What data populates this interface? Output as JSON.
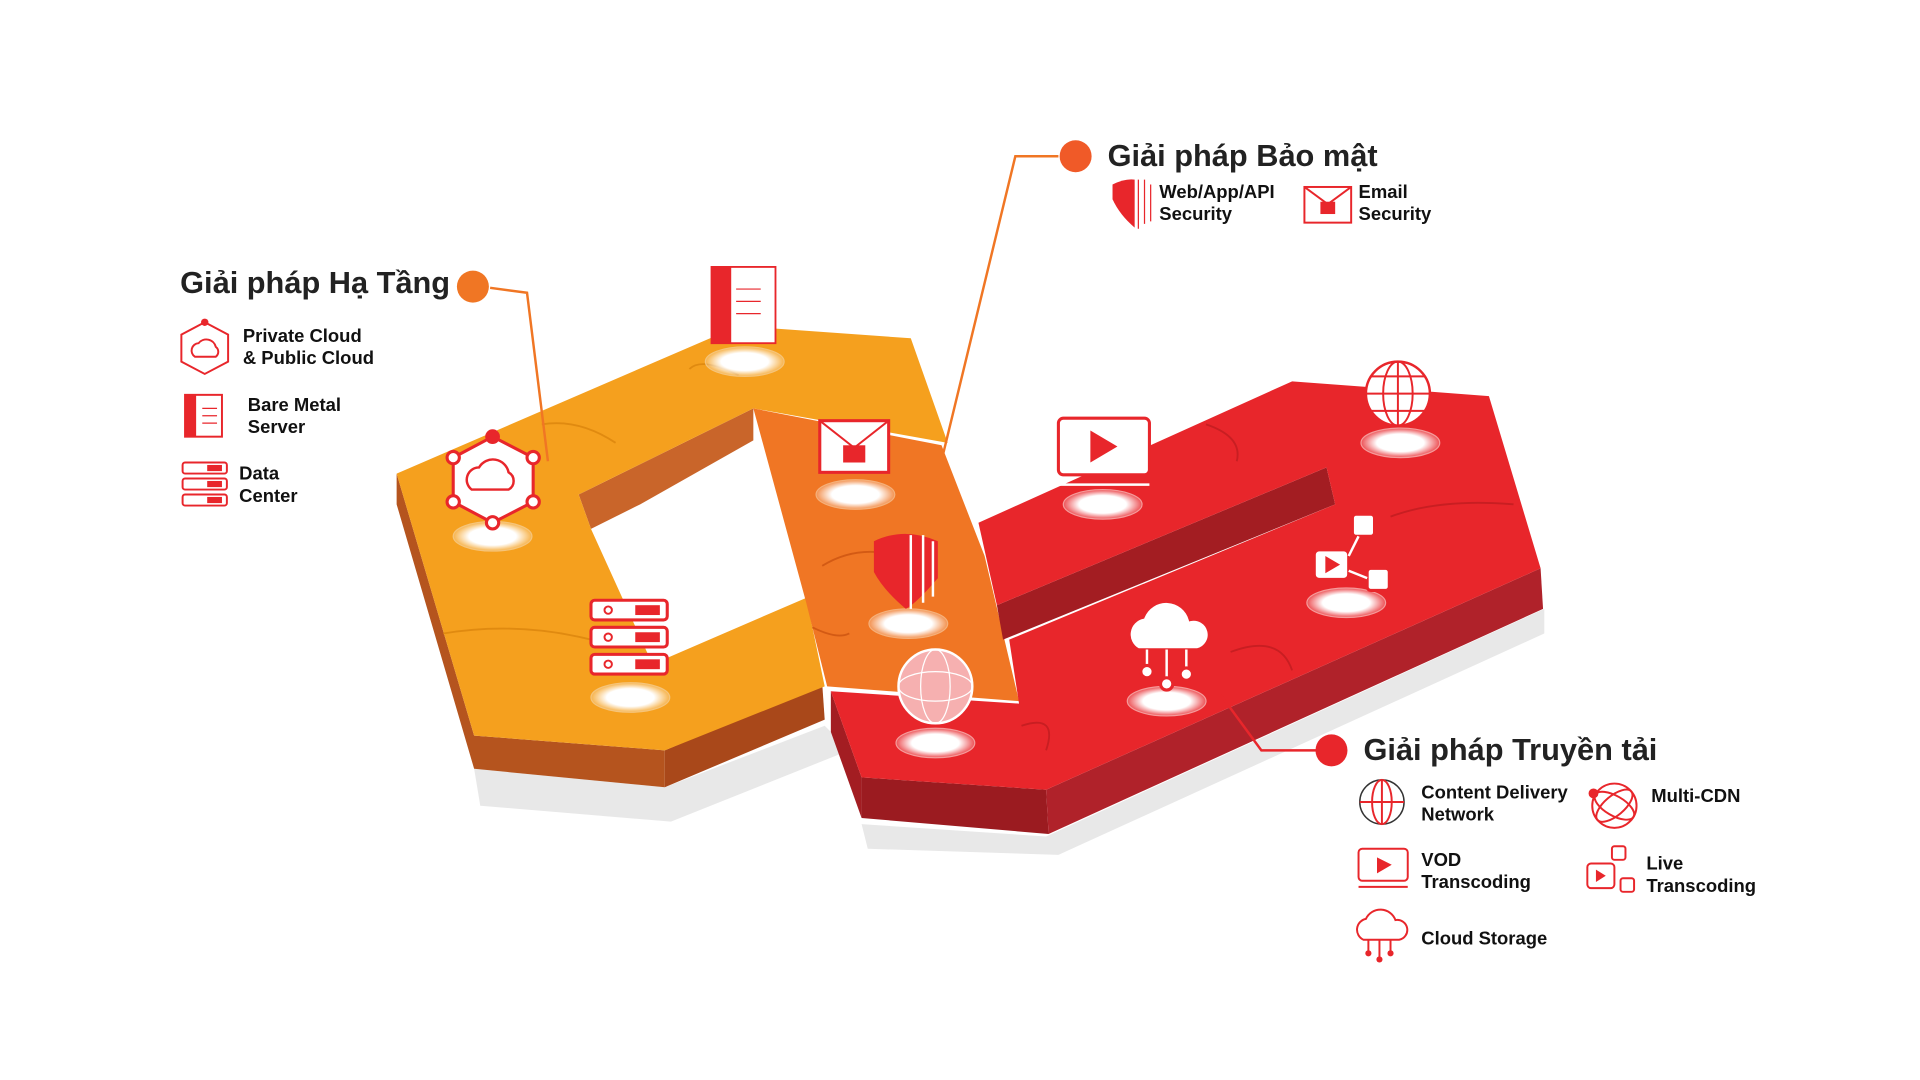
{
  "colors": {
    "orange": "#f5a01e",
    "dark_orange": "#f07624",
    "red": "#e8262b",
    "text": "#222222"
  },
  "groups": {
    "infrastructure": {
      "title": "Giải pháp Hạ Tầng",
      "items": [
        {
          "line1": "Private Cloud",
          "line2": "& Public Cloud",
          "icon": "cloud-network-icon"
        },
        {
          "line1": "Bare Metal",
          "line2": "Server",
          "icon": "server-rack-icon"
        },
        {
          "line1": "Data",
          "line2": "Center",
          "icon": "data-center-icon"
        }
      ]
    },
    "security": {
      "title": "Giải pháp Bảo mật",
      "items": [
        {
          "line1": "Web/App/API",
          "line2": "Security",
          "icon": "shield-icon"
        },
        {
          "line1": "Email",
          "line2": "Security",
          "icon": "email-lock-icon"
        }
      ]
    },
    "delivery": {
      "title": "Giải pháp Truyền tải",
      "items": [
        {
          "line1": "Content Delivery",
          "line2": "Network",
          "icon": "globe-icon"
        },
        {
          "line1": "Multi-CDN",
          "line2": "",
          "icon": "multi-globe-icon"
        },
        {
          "line1": "VOD",
          "line2": "Transcoding",
          "icon": "video-play-icon"
        },
        {
          "line1": "Live",
          "line2": "Transcoding",
          "icon": "live-video-icon"
        },
        {
          "line1": "Cloud Storage",
          "line2": "",
          "icon": "cloud-storage-icon"
        }
      ]
    }
  }
}
